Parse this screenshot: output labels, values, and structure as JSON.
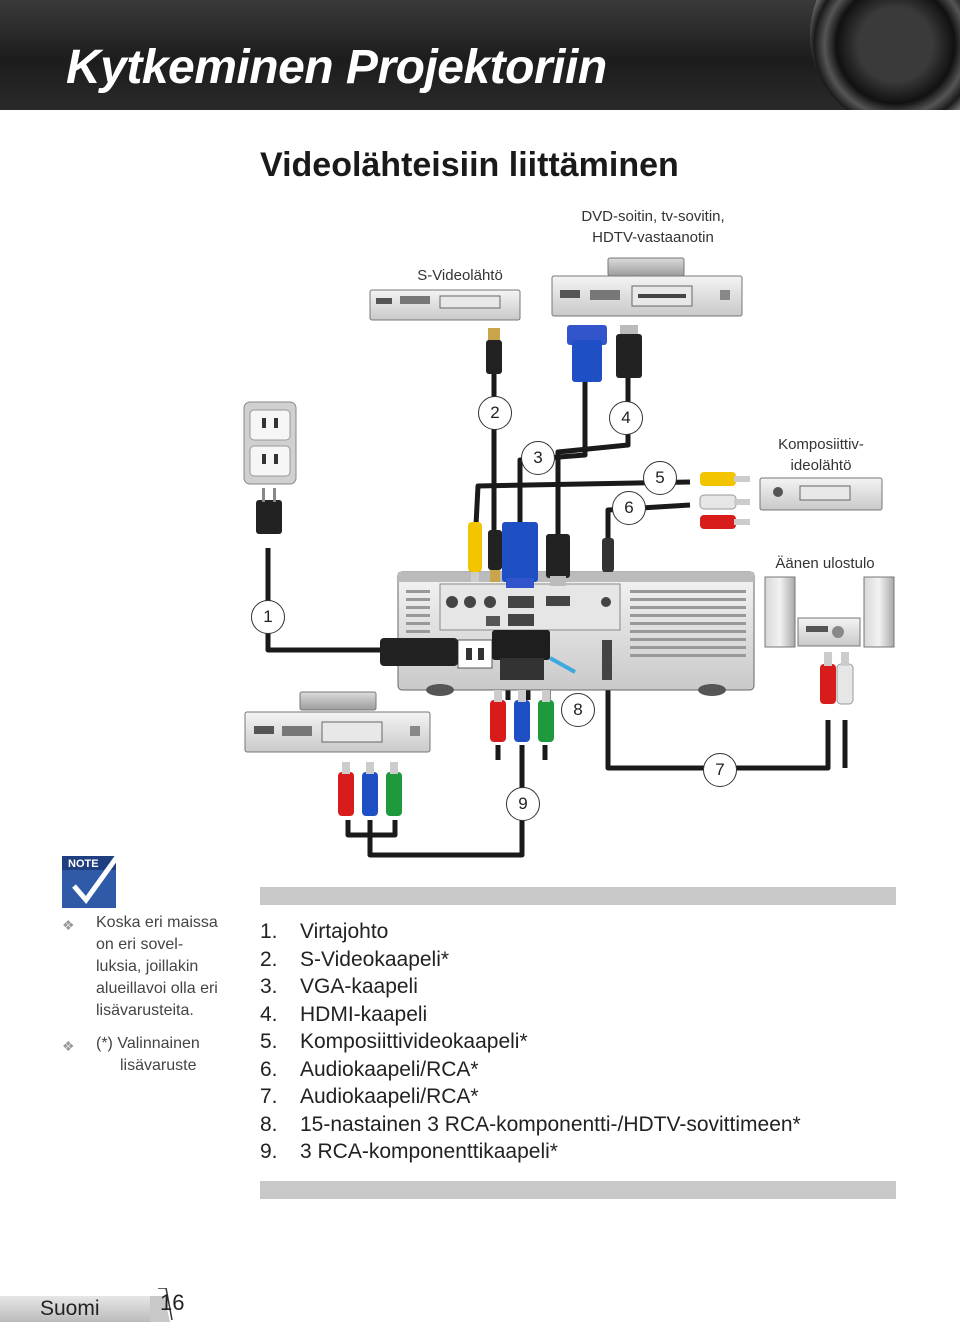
{
  "header": {
    "title": "Kytkeminen Projektoriin"
  },
  "section_title": "Videolähteisiin liittäminen",
  "labels": {
    "dvd": "DVD-soitin, tv-sovitin,",
    "dvd2": "HDTV-vastaanotin",
    "svideo": "S-Videolähtö",
    "composite1": "Komposiittiv-",
    "composite2": "ideolähtö",
    "audio_out": "Äänen ulostulo"
  },
  "callouts": [
    "1",
    "2",
    "3",
    "4",
    "5",
    "6",
    "7",
    "8",
    "9"
  ],
  "note": {
    "badge": "NOTE",
    "items": [
      [
        "Koska eri maissa",
        "on eri sovel-",
        "luksia, joillakin",
        "alueillavoi olla eri",
        "lisävarusteita."
      ],
      [
        "(*) Valinnainen",
        "lisävaruste"
      ]
    ]
  },
  "cable_list": [
    {
      "n": "1.",
      "label": "Virtajohto"
    },
    {
      "n": "2.",
      "label": "S-Videokaapeli*"
    },
    {
      "n": "3.",
      "label": "VGA-kaapeli"
    },
    {
      "n": "4.",
      "label": "HDMI-kaapeli"
    },
    {
      "n": "5.",
      "label": "Komposiittivideokaapeli*"
    },
    {
      "n": "6.",
      "label": "Audiokaapeli/RCA*"
    },
    {
      "n": "7.",
      "label": "Audiokaapeli/RCA*"
    },
    {
      "n": "8.",
      "label": "15-nastainen 3 RCA-komponentti-/HDTV-sovittimeen*"
    },
    {
      "n": "9.",
      "label": "3 RCA-komponenttikaapeli*"
    }
  ],
  "footer": {
    "language": "Suomi",
    "page": "16"
  },
  "colors": {
    "header_bg": "#2a2a2a",
    "bar": "#c8c8c8",
    "vga_blue": "#1f4fc4",
    "rca_yellow": "#f2c500",
    "rca_red": "#d81c1c",
    "rca_green": "#1e9a3c"
  }
}
